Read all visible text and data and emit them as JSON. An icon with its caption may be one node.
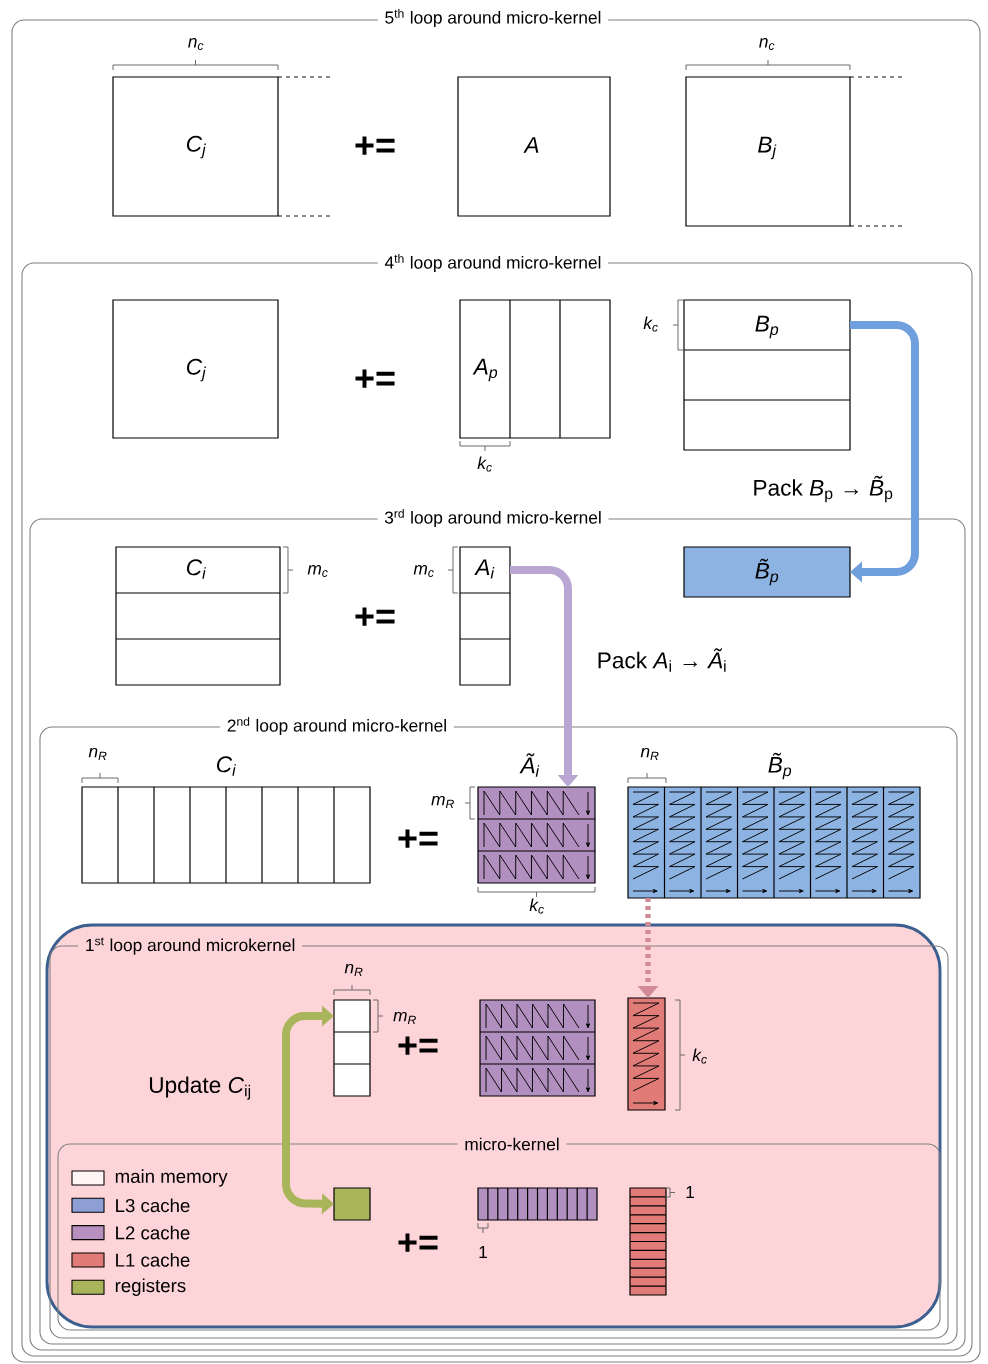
{
  "diagram": {
    "nodes": [
      {
        "text": [
          "5$^{th}$ loop around micro-kernel"
        ]
      },
      {
        "text": [
          "C$_{j}$"
        ],
        "in": 0
      },
      {
        "text": [
          "A"
        ],
        "in": 0
      },
      {
        "text": [
          "B$_{j}$"
        ],
        "in": 0
      },
      {
        "text": [
          "4$^{th}$ loop around micro-kernel"
        ],
        "in": 0
      },
      {
        "text": [
          "C$_{j}$"
        ],
        "in": 4
      },
      {
        "text": [
          "A$_{p}$"
        ],
        "in": 4
      },
      {
        "text": [
          "B$_{p}$"
        ],
        "in": 4
      },
      {
        "text": [
          "3$^{rd}$ loop around micro-kernel"
        ],
        "in": 4
      },
      {
        "text": [
          "C$_{i}$"
        ],
        "in": 8
      },
      {
        "text": [
          "A$_{i}$"
        ],
        "in": 8
      },
      {
        "text": [
          "B̃$_{p}$"
        ],
        "in": 8
      },
      {
        "text": [
          "2$^{nd}$ loop around micro-kernel"
        ],
        "in": 8
      },
      {
        "text": [
          "C$_{i}$"
        ],
        "in": 12
      },
      {
        "text": [
          "Ã$_{i}$"
        ],
        "in": 12
      },
      {
        "text": [
          "B̃$_{p}$"
        ],
        "in": 12
      },
      {
        "text": [
          "1$^{st}$ loop around microkernel"
        ],
        "in": 12
      },
      {
        "text": [],
        "shape": "box",
        "in": 16
      },
      {
        "text": [],
        "shape": "box",
        "in": 16
      },
      {
        "text": [],
        "shape": "box",
        "in": 16
      },
      {
        "text": [
          "micro-kernel"
        ],
        "in": 16
      },
      {
        "text": [],
        "shape": "box",
        "in": 20
      },
      {
        "text": [],
        "shape": "box",
        "in": 20
      },
      {
        "text": [],
        "shape": "box",
        "in": 20
      }
    ],
    "edges": [
      {
        "from": 7,
        "to": 11,
        "arrow": "to",
        "label": "Pack *B*$_{p}$ → *B̃*$_{p}$",
        "color": "#6f9fdc"
      },
      {
        "from": 10,
        "to": 14,
        "arrow": "to",
        "label": "Pack *A*$_{i}$ → *Ã*$_{i}$",
        "color": "#b9a6d3"
      },
      {
        "from": 15,
        "to": 19,
        "arrow": "to",
        "style": "dashed",
        "color": "#d08a96"
      },
      {
        "from": 17,
        "to": 21,
        "arrow": "both",
        "label": "Update *C*$_{ij}$",
        "color": "#a9b55a"
      }
    ],
    "labels": [
      "n$_{c}$",
      "n$_{c}$",
      "+=",
      "k$_{c}$",
      "+=",
      "k$_{c}$",
      "m$_{c}$",
      "m$_{c}$",
      "+=",
      "n$_{R}$",
      "n$_{R}$",
      "m$_{R}$",
      "+=",
      "k$_{c}$",
      "n$_{R}$",
      "m$_{R}$",
      "+=",
      "k$_{c}$",
      "1",
      "+=",
      "1"
    ],
    "legend": [
      {
        "text": "main memory",
        "color": "#fff5f5"
      },
      {
        "text": "L3 cache",
        "color": "#8e9fd6"
      },
      {
        "text": "L2 cache",
        "color": "#b890c0"
      },
      {
        "text": "L1 cache",
        "color": "#e07b78"
      },
      {
        "text": "registers",
        "color": "#a9b55a"
      }
    ]
  }
}
